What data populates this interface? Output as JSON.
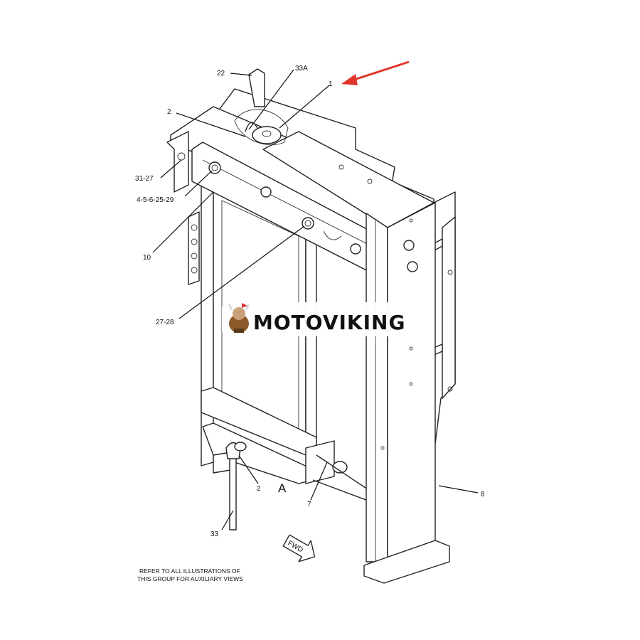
{
  "callouts": {
    "c22": "22",
    "c33A": "33A",
    "c1": "1",
    "c2_top": "2",
    "c31_27": "31-27",
    "c4_5_6_25_29": "4-5-6-25-29",
    "c10": "10",
    "c27_28": "27-28",
    "c2_bottom": "2",
    "c7": "7",
    "c8": "8",
    "c33": "33"
  },
  "view_label": "A",
  "fwd_label": "FWD",
  "note": {
    "line1": "REFER TO ALL ILLUSTRATIONS OF",
    "line2": "THIS GROUP FOR AUXILIARY VIEWS"
  },
  "watermark": {
    "brand": "MOTOVIKING"
  },
  "colors": {
    "highlight_arrow": "#e0352b",
    "line": "#222222"
  }
}
